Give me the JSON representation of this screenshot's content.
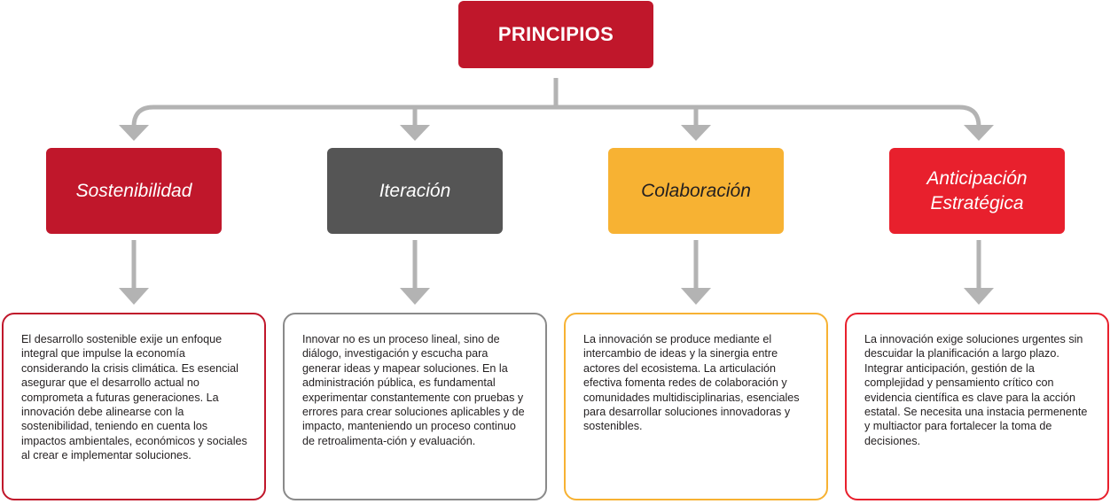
{
  "root": {
    "title": "PRINCIPIOS",
    "color": "#c0172b"
  },
  "connector_color": "#b3b3b3",
  "principles": [
    {
      "title": "Sostenibilidad",
      "box_color": "#c0172b",
      "text_color": "#ffffff",
      "border_color": "#c0172b",
      "description": "El desarrollo sostenible exije un enfoque integral que impulse la economía considerando la  crisis climática. Es esencial asegurar que el desarrollo actual no comprometa a futuras generaciones. La  innovación debe alinearse con la sostenibilidad, teniendo en cuenta los impactos ambientales, económicos y sociales al crear e implementar soluciones."
    },
    {
      "title": "Iteración",
      "box_color": "#555555",
      "text_color": "#ffffff",
      "border_color": "#8a8a8a",
      "description": "Innovar no es un proceso lineal, sino de diálogo, investigación y escucha para generar ideas y mapear soluciones. En la administración pública, es fundamental experimentar constantemente con pruebas y errores para crear soluciones aplicables y de impacto, manteniendo un proceso continuo de retroalimenta-ción y evaluación."
    },
    {
      "title": "Colaboración",
      "box_color": "#f7b233",
      "text_color": "#231f20",
      "border_color": "#f7b233",
      "description": "La innovación se produce mediante el intercambio de ideas y la sinergia entre actores del ecosistema. La articulación efectiva fomenta redes de colaboración y comunidades multidisciplinarias, esenciales para desarrollar soluciones innovadoras y sostenibles."
    },
    {
      "title": "Anticipación Estratégica",
      "box_color": "#e8202d",
      "text_color": "#ffffff",
      "border_color": "#e8202d",
      "description": "La innovación exige soluciones urgentes sin descuidar la planificación a largo plazo. Integrar anticipación, gestión de la complejidad y pensamiento crítico con evidencia científica es clave para la acción estatal. Se necesita una instacia permenente y multiactor para fortalecer la toma de decisiones."
    }
  ]
}
